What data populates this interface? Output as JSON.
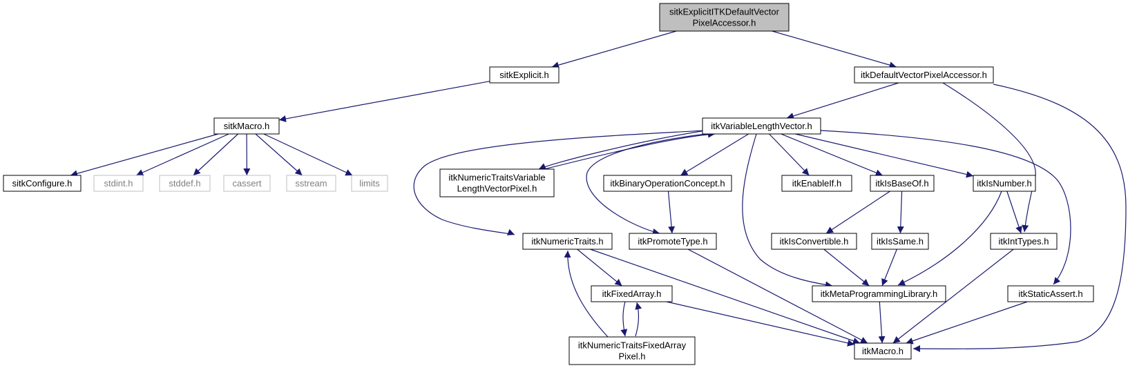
{
  "colors": {
    "edge": "#191970",
    "node_border": "#000000",
    "node_border_external": "#bfbfbf",
    "root_fill": "#bfbfbf",
    "node_fill": "#ffffff",
    "text": "#000000",
    "text_external": "#808080"
  },
  "nodes": [
    {
      "id": "root",
      "lines": [
        "sitkExplicitITKDefaultVector",
        "PixelAccessor.h"
      ],
      "style": "root"
    },
    {
      "id": "sitkExplicit",
      "lines": [
        "sitkExplicit.h"
      ],
      "style": "normal"
    },
    {
      "id": "itkDefaultVectorPixelAccessor",
      "lines": [
        "itkDefaultVectorPixelAccessor.h"
      ],
      "style": "normal"
    },
    {
      "id": "sitkMacro",
      "lines": [
        "sitkMacro.h"
      ],
      "style": "normal"
    },
    {
      "id": "itkVariableLengthVector",
      "lines": [
        "itkVariableLengthVector.h"
      ],
      "style": "normal"
    },
    {
      "id": "sitkConfigure",
      "lines": [
        "sitkConfigure.h"
      ],
      "style": "normal"
    },
    {
      "id": "stdint",
      "lines": [
        "stdint.h"
      ],
      "style": "external"
    },
    {
      "id": "stddef",
      "lines": [
        "stddef.h"
      ],
      "style": "external"
    },
    {
      "id": "cassert",
      "lines": [
        "cassert"
      ],
      "style": "external"
    },
    {
      "id": "sstream",
      "lines": [
        "sstream"
      ],
      "style": "external"
    },
    {
      "id": "limits",
      "lines": [
        "limits"
      ],
      "style": "external"
    },
    {
      "id": "itkNumericTraitsVariableLengthVectorPixel",
      "lines": [
        "itkNumericTraitsVariable",
        "LengthVectorPixel.h"
      ],
      "style": "normal"
    },
    {
      "id": "itkBinaryOperationConcept",
      "lines": [
        "itkBinaryOperationConcept.h"
      ],
      "style": "normal"
    },
    {
      "id": "itkEnableIf",
      "lines": [
        "itkEnableIf.h"
      ],
      "style": "normal"
    },
    {
      "id": "itkIsBaseOf",
      "lines": [
        "itkIsBaseOf.h"
      ],
      "style": "normal"
    },
    {
      "id": "itkIsNumber",
      "lines": [
        "itkIsNumber.h"
      ],
      "style": "normal"
    },
    {
      "id": "itkNumericTraits",
      "lines": [
        "itkNumericTraits.h"
      ],
      "style": "normal"
    },
    {
      "id": "itkPromoteType",
      "lines": [
        "itkPromoteType.h"
      ],
      "style": "normal"
    },
    {
      "id": "itkIsConvertible",
      "lines": [
        "itkIsConvertible.h"
      ],
      "style": "normal"
    },
    {
      "id": "itkIsSame",
      "lines": [
        "itkIsSame.h"
      ],
      "style": "normal"
    },
    {
      "id": "itkIntTypes",
      "lines": [
        "itkIntTypes.h"
      ],
      "style": "normal"
    },
    {
      "id": "itkFixedArray",
      "lines": [
        "itkFixedArray.h"
      ],
      "style": "normal"
    },
    {
      "id": "itkMetaProgrammingLibrary",
      "lines": [
        "itkMetaProgrammingLibrary.h"
      ],
      "style": "normal"
    },
    {
      "id": "itkStaticAssert",
      "lines": [
        "itkStaticAssert.h"
      ],
      "style": "normal"
    },
    {
      "id": "itkNumericTraitsFixedArrayPixel",
      "lines": [
        "itkNumericTraitsFixedArray",
        "Pixel.h"
      ],
      "style": "normal"
    },
    {
      "id": "itkMacro",
      "lines": [
        "itkMacro.h"
      ],
      "style": "normal"
    }
  ],
  "edges": [
    {
      "from": "root",
      "to": "sitkExplicit"
    },
    {
      "from": "root",
      "to": "itkDefaultVectorPixelAccessor"
    },
    {
      "from": "sitkExplicit",
      "to": "sitkMacro"
    },
    {
      "from": "sitkMacro",
      "to": "sitkConfigure"
    },
    {
      "from": "sitkMacro",
      "to": "stdint"
    },
    {
      "from": "sitkMacro",
      "to": "stddef"
    },
    {
      "from": "sitkMacro",
      "to": "cassert"
    },
    {
      "from": "sitkMacro",
      "to": "sstream"
    },
    {
      "from": "sitkMacro",
      "to": "limits"
    },
    {
      "from": "itkDefaultVectorPixelAccessor",
      "to": "itkVariableLengthVector"
    },
    {
      "from": "itkDefaultVectorPixelAccessor",
      "to": "itkIntTypes"
    },
    {
      "from": "itkDefaultVectorPixelAccessor",
      "to": "itkMacro"
    },
    {
      "from": "itkVariableLengthVector",
      "to": "itkNumericTraits"
    },
    {
      "from": "itkVariableLengthVector",
      "to": "itkNumericTraitsVariableLengthVectorPixel"
    },
    {
      "from": "itkNumericTraitsVariableLengthVectorPixel",
      "to": "itkVariableLengthVector"
    },
    {
      "from": "itkVariableLengthVector",
      "to": "itkPromoteType"
    },
    {
      "from": "itkVariableLengthVector",
      "to": "itkBinaryOperationConcept"
    },
    {
      "from": "itkVariableLengthVector",
      "to": "itkMetaProgrammingLibrary"
    },
    {
      "from": "itkVariableLengthVector",
      "to": "itkEnableIf"
    },
    {
      "from": "itkVariableLengthVector",
      "to": "itkIsBaseOf"
    },
    {
      "from": "itkVariableLengthVector",
      "to": "itkIsNumber"
    },
    {
      "from": "itkVariableLengthVector",
      "to": "itkStaticAssert"
    },
    {
      "from": "itkBinaryOperationConcept",
      "to": "itkPromoteType"
    },
    {
      "from": "itkIsBaseOf",
      "to": "itkIsConvertible"
    },
    {
      "from": "itkIsBaseOf",
      "to": "itkIsSame"
    },
    {
      "from": "itkIsNumber",
      "to": "itkIntTypes"
    },
    {
      "from": "itkIsNumber",
      "to": "itkMetaProgrammingLibrary"
    },
    {
      "from": "itkNumericTraits",
      "to": "itkFixedArray"
    },
    {
      "from": "itkNumericTraits",
      "to": "itkMacro"
    },
    {
      "from": "itkPromoteType",
      "to": "itkMacro"
    },
    {
      "from": "itkIsConvertible",
      "to": "itkMetaProgrammingLibrary"
    },
    {
      "from": "itkIsSame",
      "to": "itkMetaProgrammingLibrary"
    },
    {
      "from": "itkIntTypes",
      "to": "itkMacro"
    },
    {
      "from": "itkFixedArray",
      "to": "itkNumericTraitsFixedArrayPixel"
    },
    {
      "from": "itkNumericTraitsFixedArrayPixel",
      "to": "itkFixedArray"
    },
    {
      "from": "itkNumericTraitsFixedArrayPixel",
      "to": "itkNumericTraits"
    },
    {
      "from": "itkFixedArray",
      "to": "itkMacro"
    },
    {
      "from": "itkMetaProgrammingLibrary",
      "to": "itkMacro"
    },
    {
      "from": "itkStaticAssert",
      "to": "itkMacro"
    }
  ]
}
